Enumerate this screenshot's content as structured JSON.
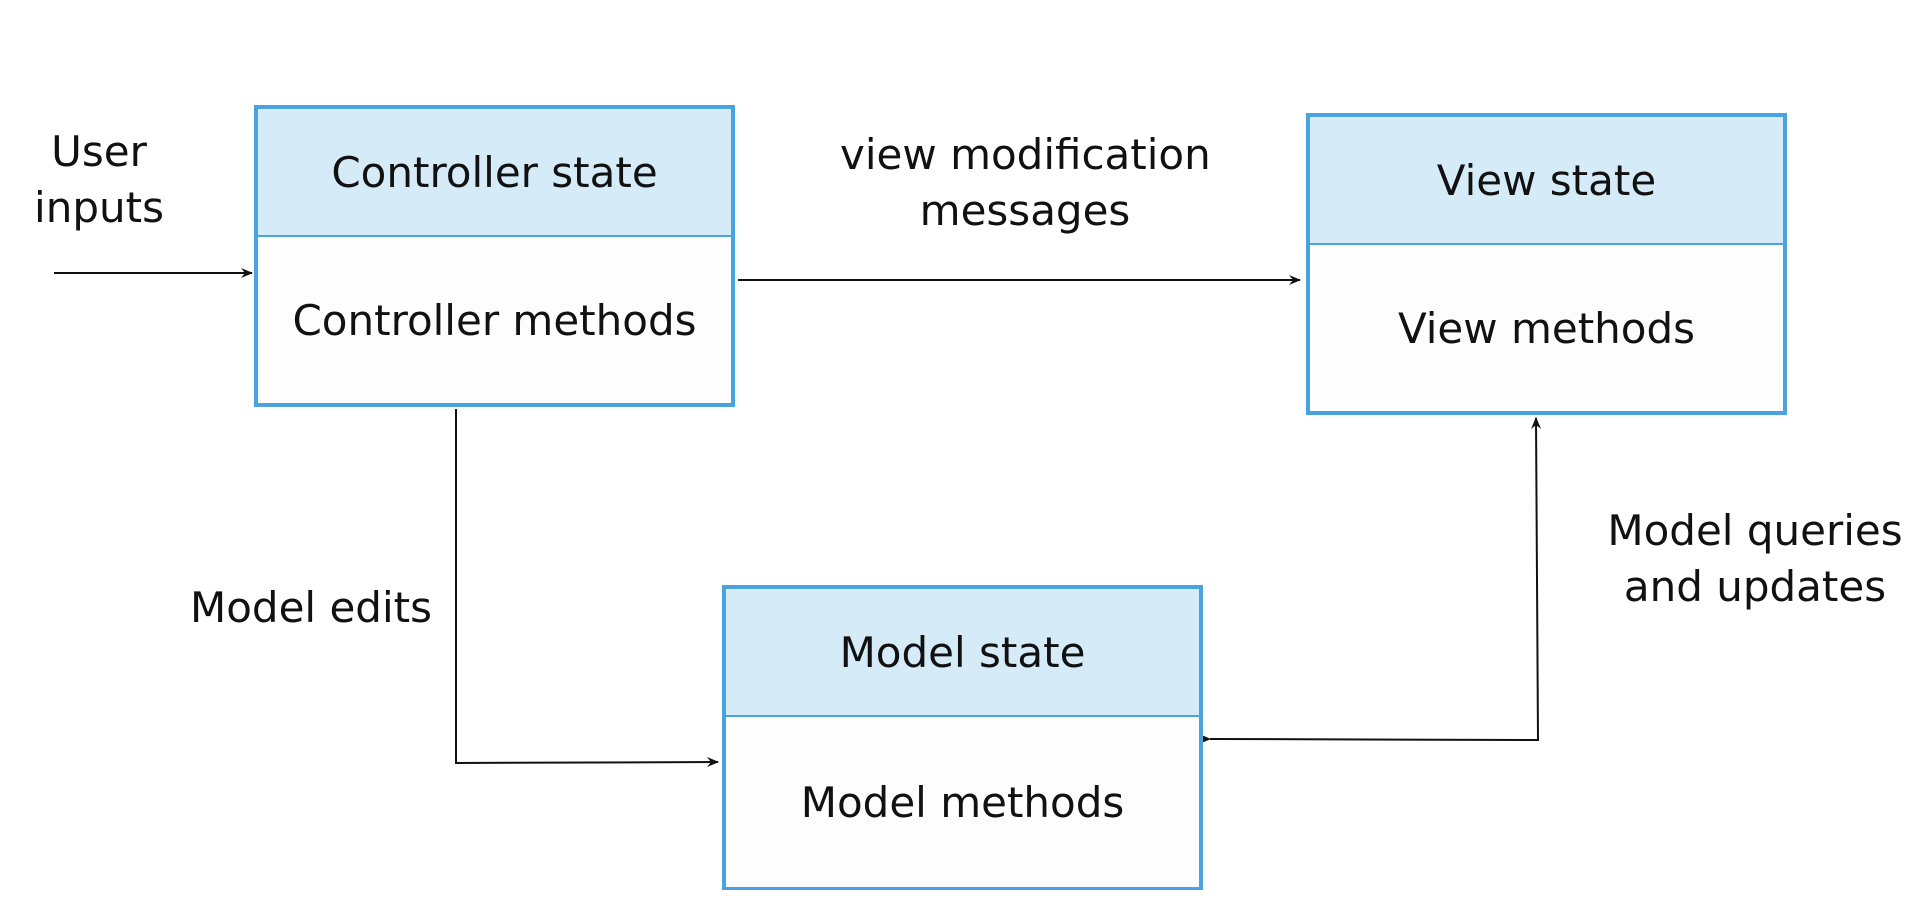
{
  "controller": {
    "state": "Controller state",
    "methods": "Controller methods"
  },
  "view": {
    "state": "View state",
    "methods": "View methods"
  },
  "model": {
    "state": "Model state",
    "methods": "Model methods"
  },
  "labels": {
    "user_inputs_line1": "User",
    "user_inputs_line2": "inputs",
    "view_modification_line1": "view modification",
    "view_modification_line2": "messages",
    "model_edits": "Model edits",
    "model_queries_line1": "Model queries",
    "model_queries_line2": "and updates"
  },
  "colors": {
    "box_border": "#4aa3df",
    "box_header_fill": "#d5ecf8",
    "arrow": "#111111"
  }
}
